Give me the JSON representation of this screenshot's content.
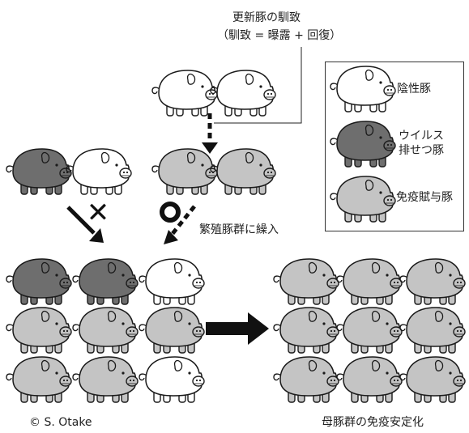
{
  "header": {
    "title": "更新豚の馴致",
    "subtitle": "（馴致 = 曝露 + 回復）"
  },
  "legend": {
    "items": [
      {
        "label": "陰性豚",
        "color": "#ffffff"
      },
      {
        "label": "ウイルス\n排せつ豚",
        "color": "#6e6e6e"
      },
      {
        "label": "免疫賦与豚",
        "color": "#c4c4c4"
      }
    ]
  },
  "labels": {
    "introduce": "繁殖豚群に繰入",
    "stabilized": "母豚群の免疫安定化",
    "copyright": "© S. Otake",
    "not_allowed_symbol": "✕",
    "allowed_symbol": "○"
  },
  "colors": {
    "negative": "#ffffff",
    "shedding": "#6e6e6e",
    "immune": "#c4c4c4",
    "outline": "#1a1a1a"
  }
}
